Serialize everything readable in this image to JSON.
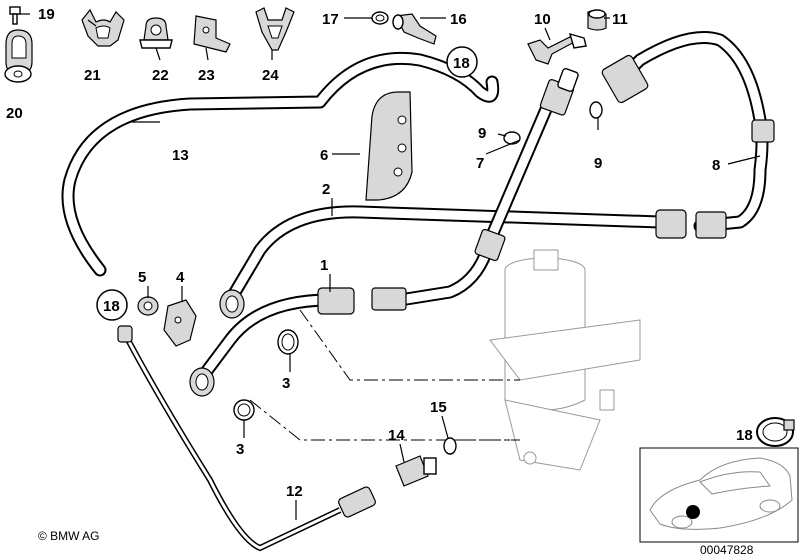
{
  "labels": [
    {
      "id": "19a",
      "text": "19"
    },
    {
      "id": "20",
      "text": "20"
    },
    {
      "id": "21",
      "text": "21"
    },
    {
      "id": "22",
      "text": "22"
    },
    {
      "id": "23",
      "text": "23"
    },
    {
      "id": "24",
      "text": "24"
    },
    {
      "id": "17",
      "text": "17"
    },
    {
      "id": "16",
      "text": "16"
    },
    {
      "id": "10",
      "text": "10"
    },
    {
      "id": "11",
      "text": "11"
    },
    {
      "id": "18a",
      "text": "18"
    },
    {
      "id": "13",
      "text": "13"
    },
    {
      "id": "6",
      "text": "6"
    },
    {
      "id": "9a",
      "text": "9"
    },
    {
      "id": "7",
      "text": "7"
    },
    {
      "id": "9b",
      "text": "9"
    },
    {
      "id": "8",
      "text": "8"
    },
    {
      "id": "2",
      "text": "2"
    },
    {
      "id": "5",
      "text": "5"
    },
    {
      "id": "4",
      "text": "4"
    },
    {
      "id": "1",
      "text": "1"
    },
    {
      "id": "18b",
      "text": "18"
    },
    {
      "id": "3a",
      "text": "3"
    },
    {
      "id": "3b",
      "text": "3"
    },
    {
      "id": "15",
      "text": "15"
    },
    {
      "id": "14",
      "text": "14"
    },
    {
      "id": "12",
      "text": "12"
    },
    {
      "id": "18c",
      "text": "18"
    }
  ],
  "copyright": "© BMW AG",
  "image_number": "00047828"
}
